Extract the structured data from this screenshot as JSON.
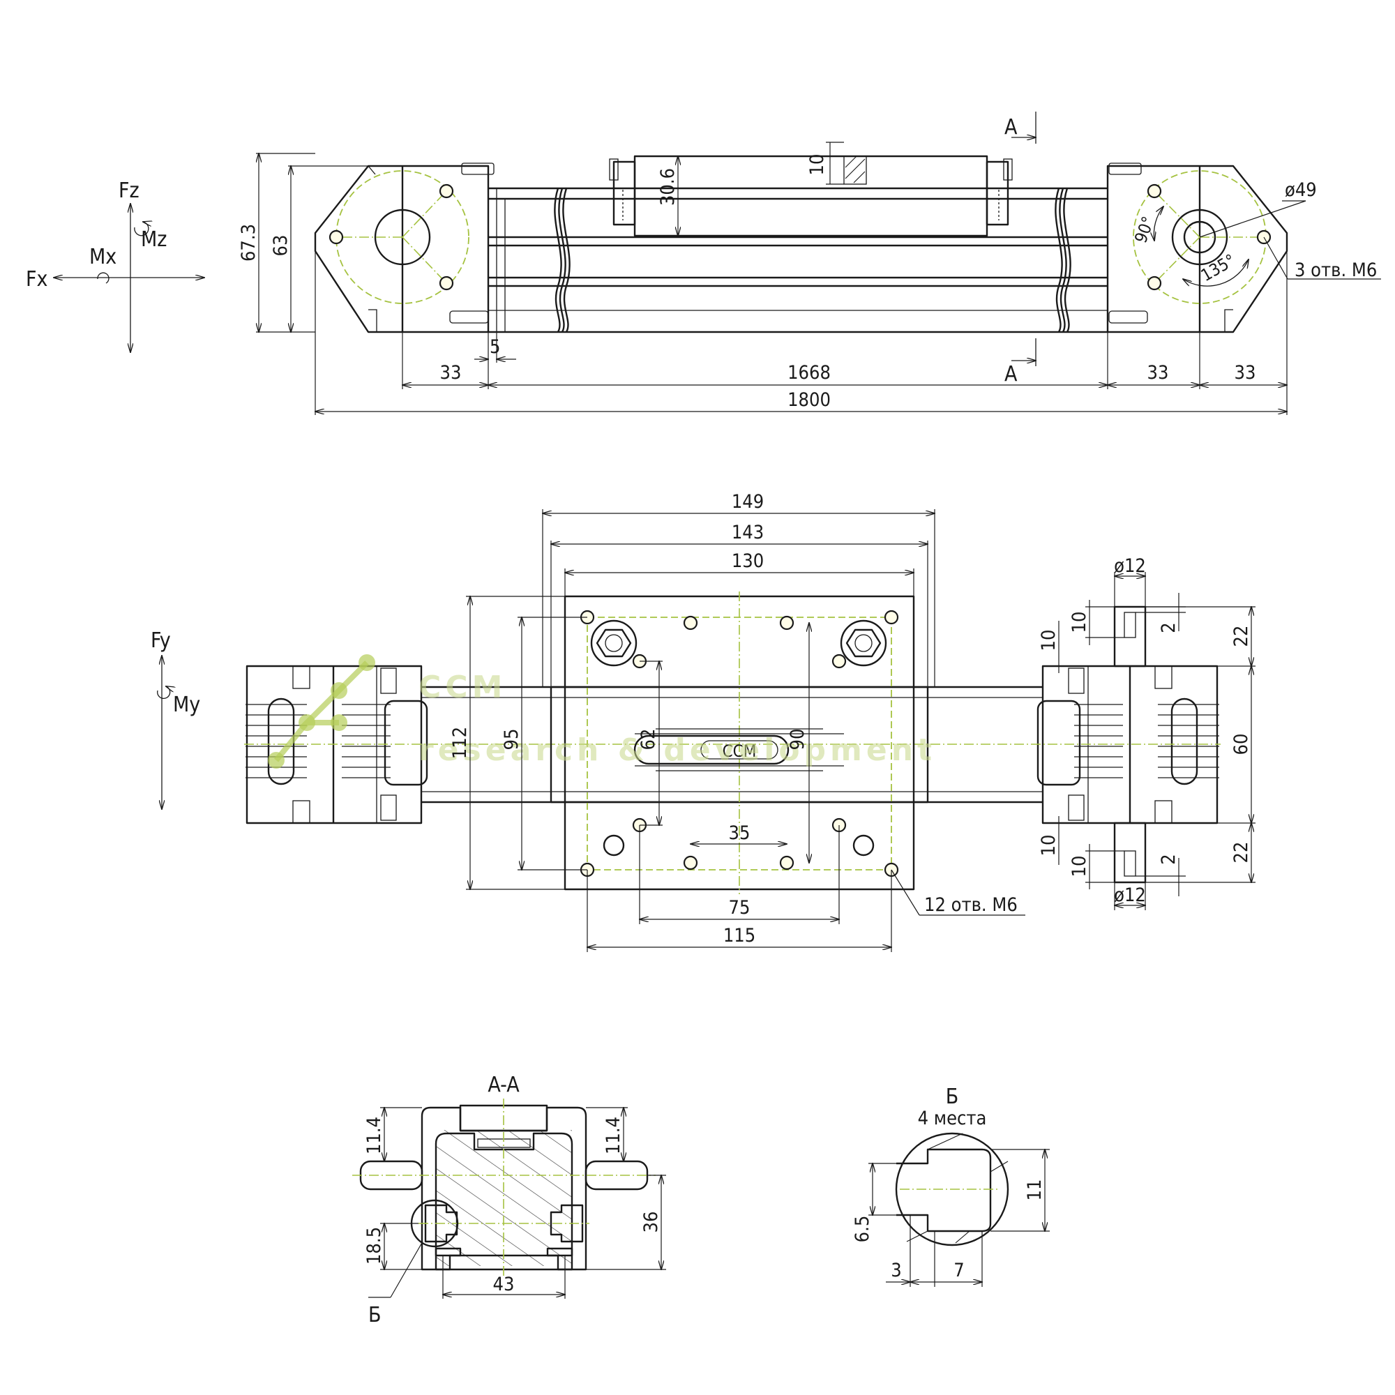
{
  "force_axes": {
    "fz": "Fz",
    "mz": "Mz",
    "mx": "Mx",
    "fx": "Fx",
    "fy": "Fy",
    "my": "My"
  },
  "side_view": {
    "dims": {
      "overall_height": "67.3",
      "height": "63",
      "carriage_height": "30.6",
      "port_height": "10",
      "end_offset_left": "33",
      "gap": "5",
      "stroke": "1668",
      "end_offset_right_1": "33",
      "end_offset_right_2": "33",
      "overall_length": "1800",
      "pulley_diameter": "ø49",
      "angle_90": "90°",
      "angle_135": "135°",
      "holes_note": "3 отв. М6"
    },
    "section_mark_top": "A",
    "section_mark_bottom": "A"
  },
  "top_view": {
    "dims": {
      "w149": "149",
      "w143": "143",
      "w130": "130",
      "h112": "112",
      "h95": "95",
      "h62": "62",
      "h90": "90",
      "w35": "35",
      "w75": "75",
      "w115": "115",
      "holes_note": "12 отв. М6",
      "shaft_dia_top": "ø12",
      "shaft_dia_bottom": "ø12",
      "d10_a": "10",
      "d2_a": "2",
      "d10_b": "10",
      "d22_top": "22",
      "d60": "60",
      "d10_c": "10",
      "d10_d": "10",
      "d2_b": "2",
      "d22_bottom": "22"
    },
    "logo_text": "CCM",
    "watermark_line1": "CCM",
    "watermark_line2": "research & development"
  },
  "section_view": {
    "title": "A-A",
    "dims": {
      "left_114": "11.4",
      "right_114": "11.4",
      "d36": "36",
      "d185": "18.5",
      "d43": "43"
    },
    "detail_callout": "Б"
  },
  "detail_view": {
    "title": "Б",
    "subtitle": "4 места",
    "dims": {
      "d11": "11",
      "d65": "6.5",
      "d3": "3",
      "d7": "7"
    }
  }
}
